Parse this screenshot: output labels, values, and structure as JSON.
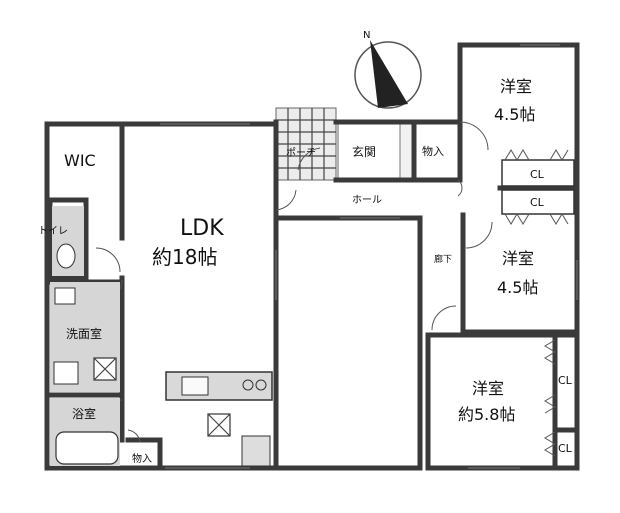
{
  "compass": {
    "letter": "N"
  },
  "rooms": {
    "ldk_name": "LDK",
    "ldk_size": "約18帖",
    "wic": "WIC",
    "toilet": "トイレ",
    "washroom": "洗面室",
    "bath": "浴室",
    "storage_bottom": "物入",
    "porch": "ポーチ",
    "entrance": "玄関",
    "storage_top": "物入",
    "hall": "ホール",
    "corridor": "廊下",
    "bedroom1_name": "洋室",
    "bedroom1_size": "4.5帖",
    "bedroom2_name": "洋室",
    "bedroom2_size": "4.5帖",
    "bedroom3_name": "洋室",
    "bedroom3_size": "約5.8帖",
    "cl1": "CL",
    "cl2": "CL",
    "cl3": "CL",
    "cl4": "CL"
  }
}
